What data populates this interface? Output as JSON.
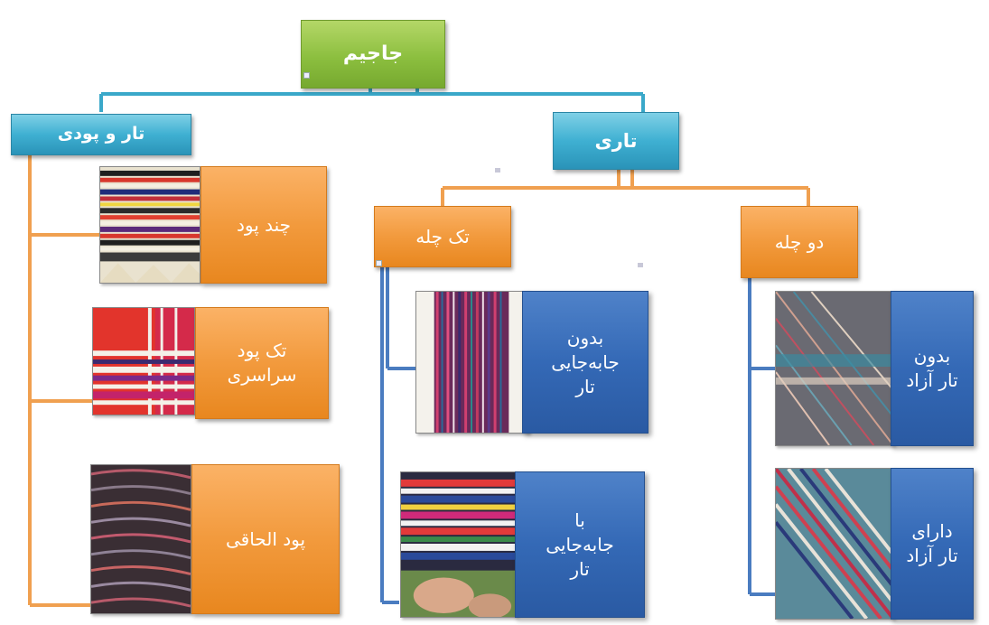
{
  "root": {
    "label": "جاجیم"
  },
  "branches": {
    "tar_o_podi": {
      "label": "تار و پودی",
      "items": [
        {
          "label": "چند پود"
        },
        {
          "label": "تک پود سراسری"
        },
        {
          "label": "پود الحاقی"
        }
      ]
    },
    "tari": {
      "label": "تاری",
      "tak_cheleh": {
        "label": "تک چله",
        "items": [
          {
            "label": "بدون جابه‌جایی تار"
          },
          {
            "label": "با جابه‌جایی تار"
          }
        ]
      },
      "do_cheleh": {
        "label": "دو چله",
        "items": [
          {
            "label": "بدون تار آزاد"
          },
          {
            "label": "دارای تار آزاد"
          }
        ]
      }
    }
  },
  "colors": {
    "green": "#8cbf3f",
    "cyan": "#3fb0d2",
    "orange": "#f29a3d",
    "blue": "#3469b6",
    "connector_cyan": "#3aa8c9",
    "connector_orange": "#f0a050",
    "connector_blue": "#4a7cc0"
  }
}
